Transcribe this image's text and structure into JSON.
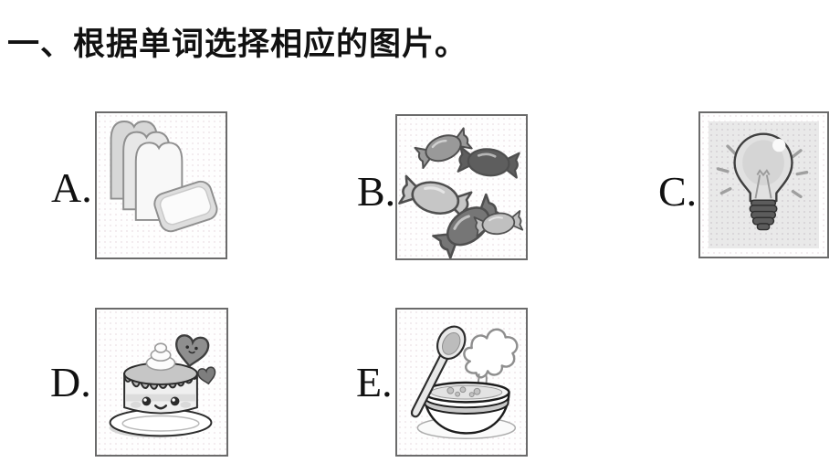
{
  "title": "一、根据单词选择相应的图片。",
  "items": [
    {
      "label": "A.",
      "image": "bread-slices"
    },
    {
      "label": "B.",
      "image": "wrapped-candies"
    },
    {
      "label": "C.",
      "image": "light-bulb"
    },
    {
      "label": "D.",
      "image": "cake-with-hearts"
    },
    {
      "label": "E.",
      "image": "soup-bowl-with-steam"
    }
  ],
  "colors": {
    "ink": "#111111",
    "frame_border": "#6b6b6b",
    "artwork_midgray": "#bfbfbf",
    "background": "#ffffff"
  }
}
